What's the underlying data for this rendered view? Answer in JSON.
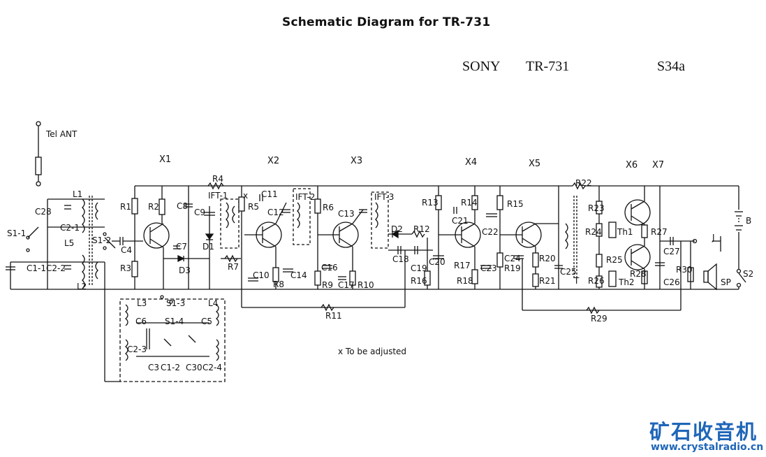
{
  "title": "Schematic Diagram for TR-731",
  "header": {
    "brand": "SONY",
    "model": "TR-731",
    "code": "S34a"
  },
  "note": "x To be adjusted",
  "watermark": {
    "logo": "矿石收音机",
    "url": "www.crystalradio.cn"
  },
  "labels": {
    "antenna": "Tel ANT",
    "X1": "X1",
    "X2": "X2",
    "X3": "X3",
    "X4": "X4",
    "X5": "X5",
    "X6": "X6",
    "X7": "X7",
    "L1": "L1",
    "L2": "L2",
    "L3": "L3",
    "L4": "L4",
    "L5": "L5",
    "C28": "C28",
    "C2_1": "C2-1",
    "C2_2": "C2-2",
    "C1_1": "C1-1",
    "S1_1": "S1-1",
    "S1_2": "S1-2",
    "S1_3": "S1-3",
    "S1_4": "S1-4",
    "C4": "C4",
    "R1": "R1",
    "R2": "R2",
    "R3": "R3",
    "R4": "R4",
    "C7": "C7",
    "C8": "C8",
    "C9": "C9",
    "D1": "D1",
    "D3": "D3",
    "IFT1": "IFT-1",
    "x_mark": "x",
    "R5": "R5",
    "R7": "R7",
    "C10": "C10",
    "R8": "R8",
    "C11": "C11",
    "C12": "C12",
    "C14": "C14",
    "IFT2": "IFT-2",
    "R6": "R6",
    "C13": "C13",
    "C16": "C16",
    "R9": "R9",
    "C17": "C17",
    "R10": "R10",
    "IFT3": "IFT-3",
    "D2": "D2",
    "R12": "R12",
    "C18": "C18",
    "C19": "C19",
    "C20": "C20",
    "R11": "R11",
    "R16": "R16",
    "R13": "R13",
    "R14": "R14",
    "R15": "R15",
    "C21": "C21",
    "C22": "C22",
    "R17": "R17",
    "R18": "R18",
    "C23": "C23",
    "C24": "C24",
    "R19": "R19",
    "R20": "R20",
    "R21": "R21",
    "C25": "C25",
    "T": "T",
    "R22": "R22",
    "R23": "R23",
    "R24": "R24",
    "Th1": "Th1",
    "R25": "R25",
    "R26": "R26",
    "Th2": "Th2",
    "R27": "R27",
    "R28": "R28",
    "C27": "C27",
    "C26": "C26",
    "R29": "R29",
    "R30": "R30",
    "J": "J",
    "SP": "SP",
    "B": "B",
    "S2": "S2",
    "C6": "C6",
    "C5": "C5",
    "C2_3": "C2-3",
    "C2_4": "C2-4",
    "C3": "C3",
    "C1_2": "C1-2",
    "C30": "C30"
  }
}
